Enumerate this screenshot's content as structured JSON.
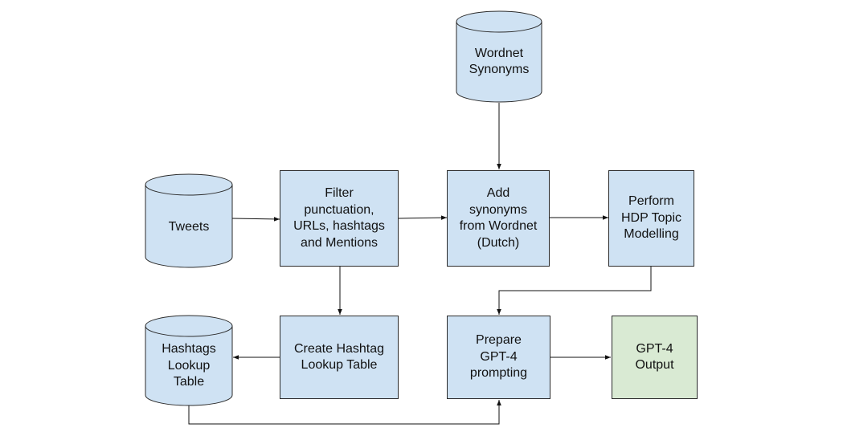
{
  "nodes": {
    "wordnet": {
      "label": "Wordnet\nSynonyms",
      "shape": "cylinder"
    },
    "tweets": {
      "label": "Tweets",
      "shape": "cylinder"
    },
    "filter": {
      "label": "Filter\npunctuation,\nURLs, hashtags\nand Mentions",
      "shape": "box"
    },
    "add_synonyms": {
      "label": "Add\nsynonyms\nfrom Wordnet\n(Dutch)",
      "shape": "box"
    },
    "hdp": {
      "label": "Perform\nHDP Topic\nModelling",
      "shape": "box"
    },
    "hashtags_table": {
      "label": "Hashtags\nLookup\nTable",
      "shape": "cylinder"
    },
    "create_table": {
      "label": "Create Hashtag\nLookup Table",
      "shape": "box"
    },
    "prepare": {
      "label": "Prepare\nGPT-4\nprompting",
      "shape": "box"
    },
    "output": {
      "label": "GPT-4\nOutput",
      "shape": "box"
    }
  },
  "edges": [
    {
      "from": "wordnet",
      "to": "add_synonyms"
    },
    {
      "from": "tweets",
      "to": "filter"
    },
    {
      "from": "filter",
      "to": "add_synonyms"
    },
    {
      "from": "add_synonyms",
      "to": "hdp"
    },
    {
      "from": "filter",
      "to": "create_table"
    },
    {
      "from": "hdp",
      "to": "prepare"
    },
    {
      "from": "create_table",
      "to": "hashtags_table"
    },
    {
      "from": "prepare",
      "to": "output"
    },
    {
      "from": "hashtags_table",
      "to": "prepare"
    }
  ],
  "colors": {
    "process_fill": "#cfe2f3",
    "output_fill": "#d9ead3",
    "stroke": "#2b2b2b"
  }
}
